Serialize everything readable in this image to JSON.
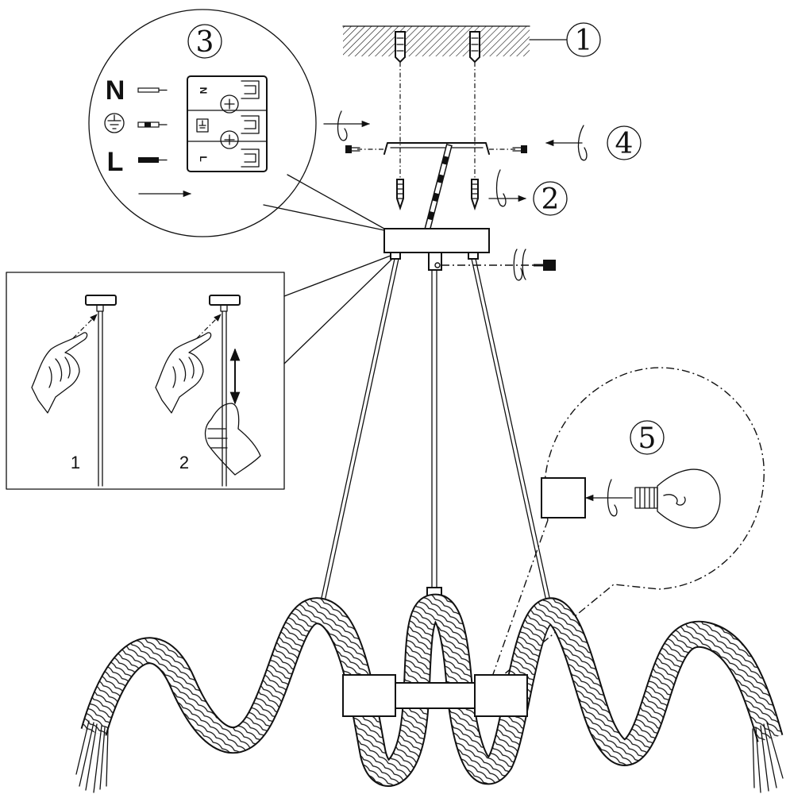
{
  "steps": {
    "step1": "1",
    "step2": "2",
    "step3": "3",
    "step4": "4",
    "step5": "5"
  },
  "wiring": {
    "neutral": "N",
    "live": "L",
    "terminal_n": "N",
    "terminal_l": "L"
  },
  "cable_adjust": {
    "sub_step_1": "1",
    "sub_step_2": "2"
  },
  "icons": [
    "ground-icon",
    "wall-plug-icon",
    "screw-icon",
    "screwdriver-icon",
    "bulb-icon",
    "rotate-arrow-icon",
    "hand-icon"
  ]
}
